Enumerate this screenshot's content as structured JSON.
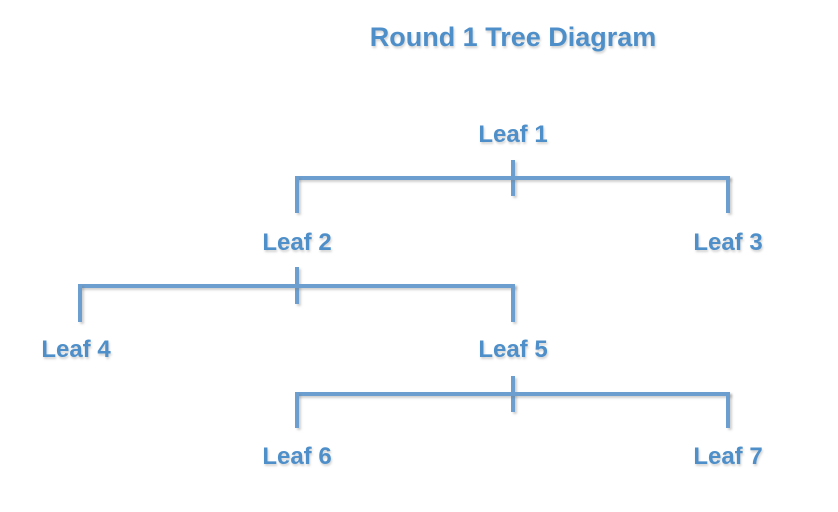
{
  "diagram": {
    "title": "Round 1 Tree Diagram",
    "nodes": [
      {
        "id": 1,
        "label": "Leaf 1",
        "parent": null
      },
      {
        "id": 2,
        "label": "Leaf 2",
        "parent": 1
      },
      {
        "id": 3,
        "label": "Leaf 3",
        "parent": 1
      },
      {
        "id": 4,
        "label": "Leaf 4",
        "parent": 2
      },
      {
        "id": 5,
        "label": "Leaf 5",
        "parent": 2
      },
      {
        "id": 6,
        "label": "Leaf 6",
        "parent": 5
      },
      {
        "id": 7,
        "label": "Leaf 7",
        "parent": 5
      }
    ]
  },
  "colors": {
    "background": "#ffffff",
    "node_text": "#4e8fca",
    "connector_line": "#6c9fd0"
  }
}
